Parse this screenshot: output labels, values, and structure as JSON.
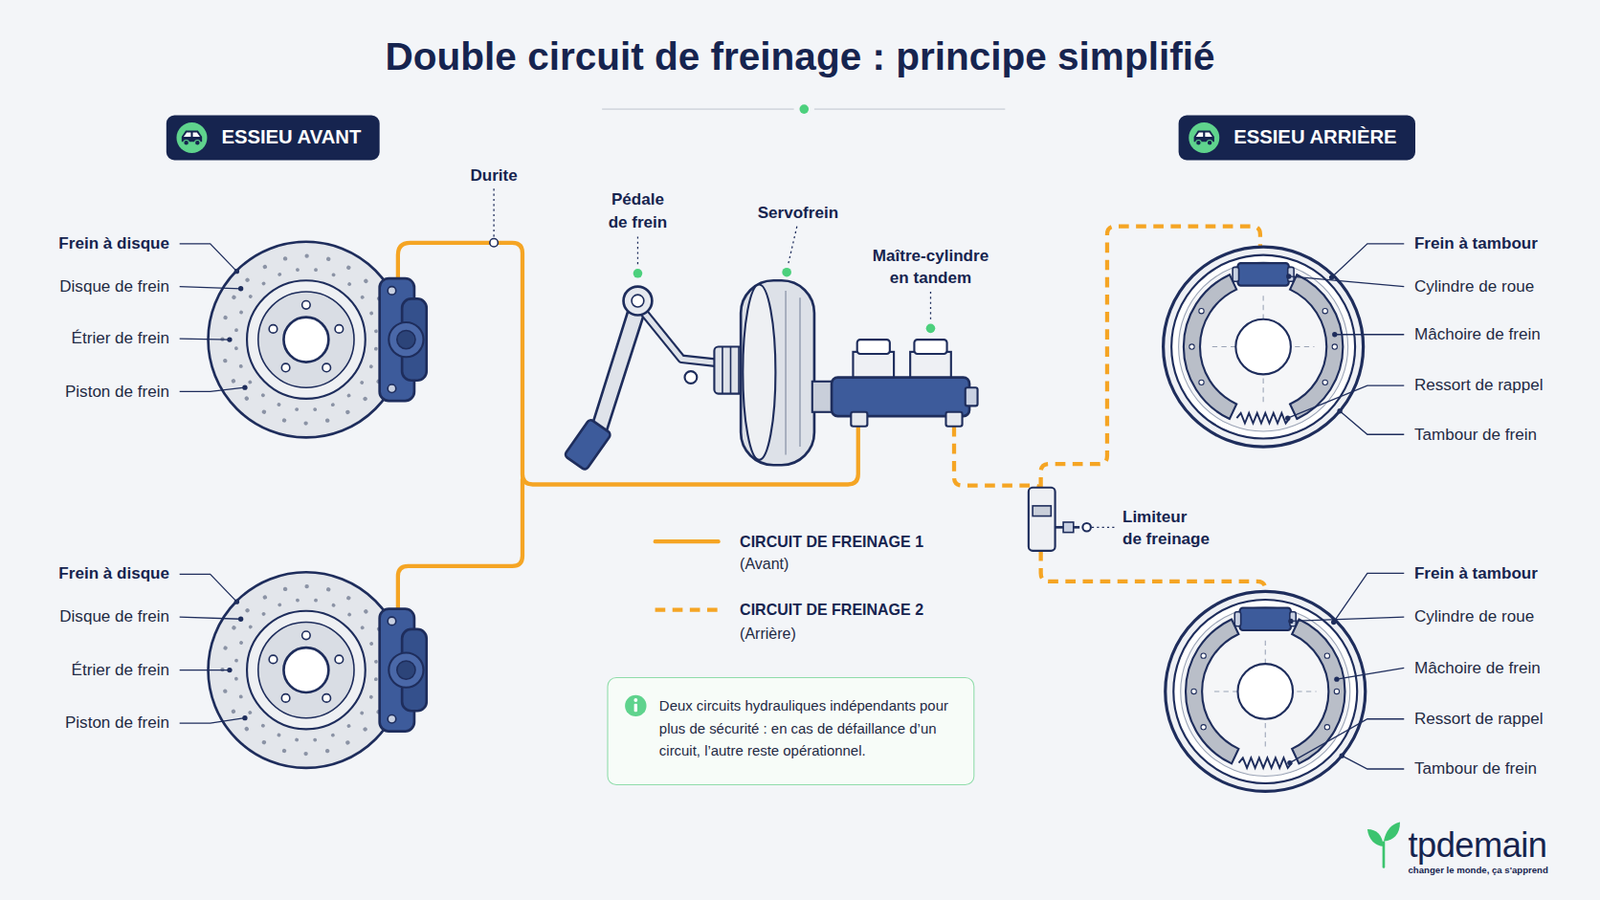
{
  "diagram": {
    "title": "Double circuit de freinage : principe simplifié",
    "nodes": [
      {
        "text": [
          "ESSIEU AVANT"
        ]
      },
      {
        "text": [
          "ESSIEU ARRIÈRE"
        ]
      },
      {
        "text": [
          "Deux circuits hydrauliques indépendants pour plus de sécurité : en cas de défaillance d’un circuit, l’autre reste opérationnel."
        ]
      }
    ],
    "labels": [
      "Durite",
      "Pédale de frein",
      "Servofrein",
      "Maître-cylindre en tandem",
      "Frein à disque",
      "Disque de frein",
      "Étrier de frein",
      "Piston de frein",
      "Frein à tambour",
      "Cylindre de roue",
      "Mâchoire de frein",
      "Ressort de rappel",
      "Tambour de frein",
      "Limiteur de freinage",
      "(Avant)",
      "(Arrière)",
      "Frein à disque",
      "Disque de frein",
      "Étrier de frein",
      "Piston de frein",
      "Frein à tambour",
      "Cylindre de roue",
      "Mâchoire de frein",
      "Ressort de rappel",
      "Tambour de frein",
      "tpdemain",
      "changer le monde, ça s'apprend"
    ],
    "legend": [
      {
        "text": "CIRCUIT DE FREINAGE 1"
      },
      {
        "text": "CIRCUIT DE FREINAGE 2"
      }
    ]
  }
}
